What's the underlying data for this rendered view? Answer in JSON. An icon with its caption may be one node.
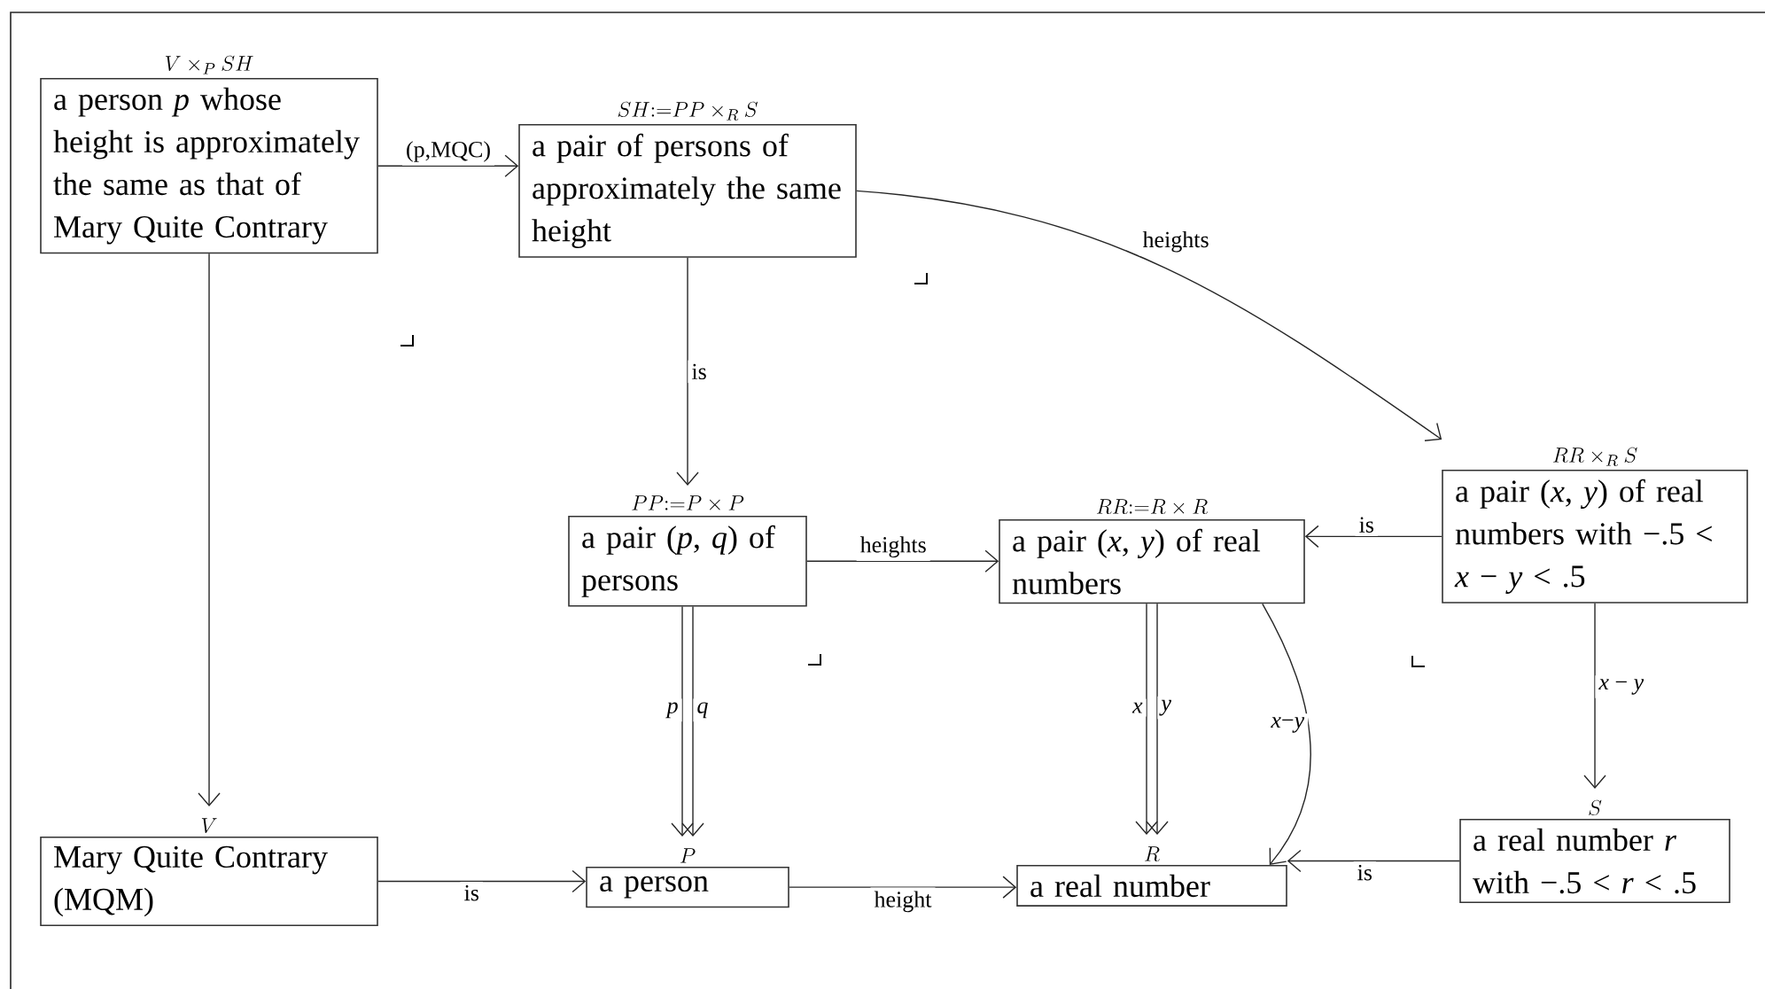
{
  "diagram": {
    "nodes": [
      {
        "text": [
          "V\\times_P SH",
          "a person *p* whose height is approximately the same as that of Mary Quite Contrary"
        ]
      },
      {
        "text": [
          "SH{:=}PP\\times_R S",
          "a pair of persons of approximately the same height"
        ]
      },
      {
        "text": [
          "PP{:=}P\\times P",
          "a pair (*p*, *q*) of persons"
        ]
      },
      {
        "text": [
          "RR{:=}R\\times R",
          "a pair (*x*, *y*) of real numbers"
        ]
      },
      {
        "text": [
          "RR\\times_R S",
          "a pair (*x*, *y*) of real numbers with −.5 < *x* − *y* < .5"
        ]
      },
      {
        "text": [
          "V",
          "Mary Quite Contrary (MQM)"
        ]
      },
      {
        "text": [
          "P",
          "a person"
        ]
      },
      {
        "text": [
          "R",
          "a real number"
        ]
      },
      {
        "text": [
          "S",
          "a real number *r* with −.5 < *r* < .5"
        ]
      }
    ],
    "edges": [
      {
        "from": 0,
        "to": 1,
        "arrow": "to",
        "label": "(p,MQC)"
      },
      {
        "from": 0,
        "to": 5,
        "arrow": "to"
      },
      {
        "from": 1,
        "to": 2,
        "arrow": "to",
        "label": "is"
      },
      {
        "from": 1,
        "to": 4,
        "arrow": "to",
        "label": "heights"
      },
      {
        "from": 2,
        "to": 3,
        "arrow": "to",
        "label": "heights"
      },
      {
        "from": 4,
        "to": 3,
        "arrow": "to",
        "label": "is"
      },
      {
        "from": 2,
        "to": 6,
        "arrow": "to",
        "label": "*p*"
      },
      {
        "from": 2,
        "to": 6,
        "arrow": "to",
        "label": "*q*"
      },
      {
        "from": 3,
        "to": 7,
        "arrow": "to",
        "label": "*x*"
      },
      {
        "from": 3,
        "to": 7,
        "arrow": "to",
        "label": "*y*"
      },
      {
        "from": 3,
        "to": 7,
        "arrow": "to",
        "label": "*x*−*y*"
      },
      {
        "from": 4,
        "to": 8,
        "arrow": "to",
        "label": "*x* − *y*"
      },
      {
        "from": 5,
        "to": 6,
        "arrow": "to",
        "label": "is"
      },
      {
        "from": 6,
        "to": 7,
        "arrow": "to",
        "label": "height"
      },
      {
        "from": 8,
        "to": 7,
        "arrow": "to",
        "label": "is"
      }
    ]
  }
}
